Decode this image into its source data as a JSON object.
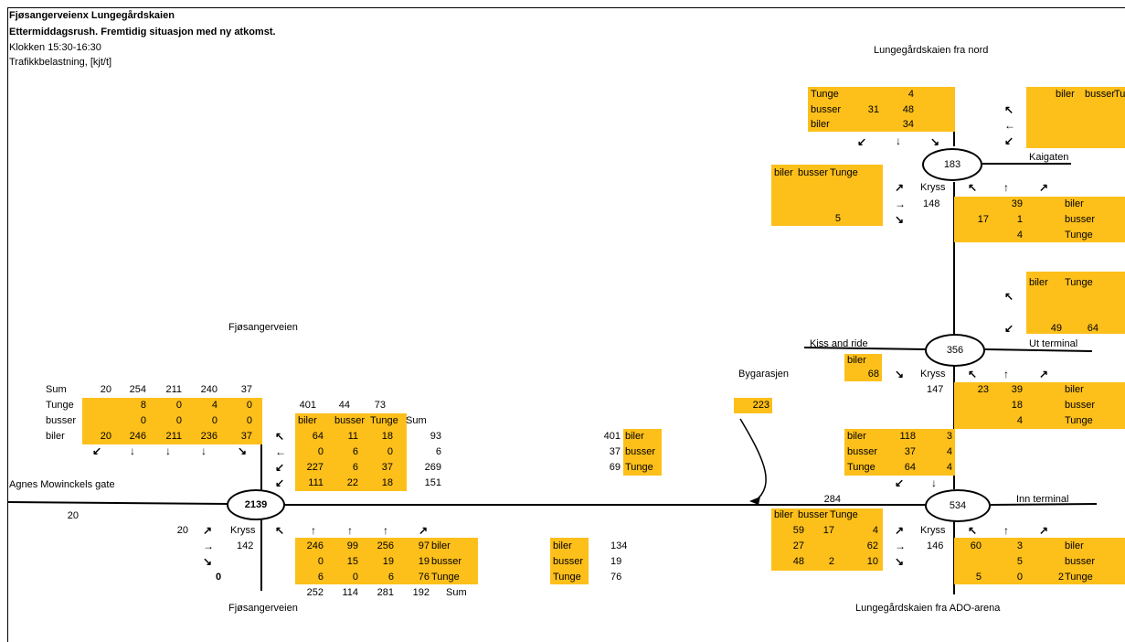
{
  "header": {
    "title": "Fjøsangerveienx Lungegårdskaien",
    "subtitle": "Ettermiddagsrush. Fremtidig situasjon med ny atkomst.",
    "time": "Klokken 15:30-16:30",
    "unit": "Trafikkbelastning, [kjt/t]"
  },
  "common": {
    "biler": "biler",
    "busser": "busser",
    "tunge": "Tunge",
    "sum": "Sum",
    "kryss": "Kryss"
  },
  "labels": {
    "lk_nord": "Lungegårdskaien fra nord",
    "kaigaten": "Kaigaten",
    "fjosanger_n": "Fjøsangerveien",
    "fjosanger_s": "Fjøsangerveien",
    "agnes": "Agnes Mowinckels gate",
    "kiss": "Kiss and ride",
    "ut_terminal": "Ut terminal",
    "bygarasjen": "Bygarasjen",
    "inn_terminal": "Inn terminal",
    "lk_ado": "Lungegårdskaien fra ADO-arena"
  },
  "nodes": {
    "n183": "183",
    "n356": "356",
    "n2139": "2139",
    "n534": "534"
  },
  "j183": {
    "nw_tunge": "4",
    "nw_busser_a": "31",
    "nw_busser_b": "48",
    "nw_biler": "34",
    "w_tunge": "5",
    "kryss_val": "148",
    "se_biler": "39",
    "se_busser_a": "17",
    "se_busser_b": "1",
    "se_tunge": "4"
  },
  "j356": {
    "ne_biler": "49",
    "ne_tunge": "64",
    "kiss_biler": "68",
    "kryss_val": "147",
    "se_a": "23",
    "se_biler": "39",
    "se_busser": "18",
    "se_tunge": "4"
  },
  "j2139": {
    "sum_row": [
      "20",
      "254",
      "211",
      "240",
      "37"
    ],
    "tunge_row": [
      "8",
      "0",
      "4",
      "0"
    ],
    "busser_row": [
      "0",
      "0",
      "0",
      "0"
    ],
    "biler_row": [
      "20",
      "246",
      "211",
      "236",
      "37"
    ],
    "e_top": [
      "401",
      "44",
      "73"
    ],
    "e_rows": [
      [
        "64",
        "11",
        "18",
        "93"
      ],
      [
        "0",
        "6",
        "0",
        "6"
      ],
      [
        "227",
        "6",
        "37",
        "269"
      ],
      [
        "111",
        "22",
        "18",
        "151"
      ]
    ],
    "w_20": "20",
    "kryss_20": "20",
    "kryss_val": "142",
    "kryss_0": "0",
    "s_rows": [
      [
        "246",
        "99",
        "256",
        "97"
      ],
      [
        "0",
        "15",
        "19",
        "19"
      ],
      [
        "6",
        "0",
        "6",
        "76"
      ]
    ],
    "s_sum": [
      "252",
      "114",
      "281",
      "192"
    ]
  },
  "mid": {
    "r1": [
      "401",
      "biler"
    ],
    "r2": [
      "37",
      "busser"
    ],
    "r3": [
      "69",
      "Tunge"
    ],
    "s1": [
      "biler",
      "134"
    ],
    "s2": [
      "busser",
      "19"
    ],
    "s3": [
      "Tunge",
      "76"
    ],
    "bygarasjen_val": "223"
  },
  "j534": {
    "ne_rows": [
      [
        "118",
        "3"
      ],
      [
        "37",
        "4"
      ],
      [
        "64",
        "4"
      ]
    ],
    "sw_top": "284",
    "sw_rows": [
      [
        "59",
        "17",
        "4"
      ],
      [
        "27",
        "",
        "62"
      ],
      [
        "48",
        "2",
        "10"
      ]
    ],
    "kryss_val": "146",
    "se_rows": [
      [
        "60",
        "3"
      ],
      [
        "",
        "5"
      ],
      [
        "5",
        "0",
        "2"
      ]
    ]
  }
}
